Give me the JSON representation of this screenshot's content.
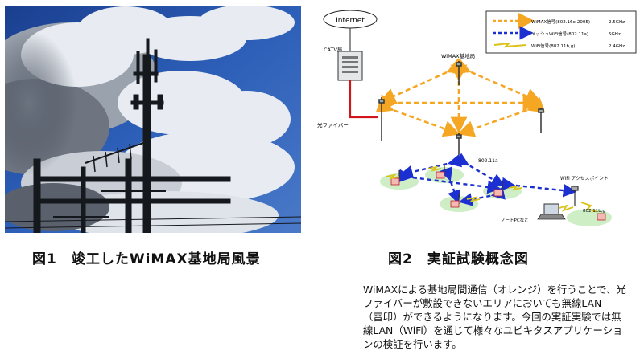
{
  "figure1": {
    "caption": "図1　竣工したWiMAX基地局風景"
  },
  "figure2": {
    "caption": "図2　実証試験概念図",
    "internet_label": "Internet",
    "catv_label": "CATV局",
    "base_station_label": "WiMAX基地局",
    "fiber_label": "光ファイバー",
    "mesh_label": "802.11a",
    "ap_label": "WiFi アクセスポイント",
    "wifi_band_label": "802.11b,g",
    "pc_label": "ノートPCなど",
    "legend": [
      {
        "label": "WiMAX信号(802.16e-2005)",
        "band": "2.5GHz",
        "color": "#f5a623"
      },
      {
        "label": "メッシュWiFi信号(802.11a)",
        "band": "5GHz",
        "color": "#1c2fd1"
      },
      {
        "label": "WiFi信号(802.11b,g)",
        "band": "2.4GHz",
        "color": "#d9c21a"
      }
    ]
  },
  "description": {
    "lines": [
      "WiMAXによる基地局間通信（オレンジ）を行うことで、光",
      "ファイバーが敷設できないエリアにおいても無線LAN",
      "（雷印）ができるようになります。今回の実証実験では無",
      "線LAN（WiFi）を通じて様々なユビキタスアプリケーショ",
      "ンの検証を行います。"
    ]
  }
}
